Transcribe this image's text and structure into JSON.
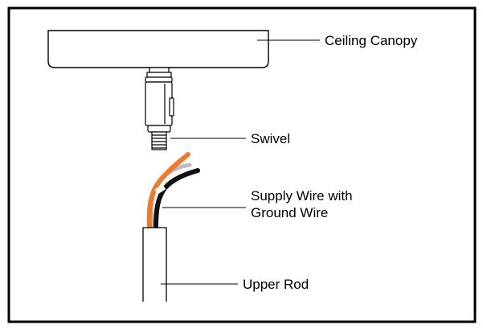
{
  "diagram": {
    "labels": {
      "ceiling_canopy": "Ceiling Canopy",
      "swivel": "Swivel",
      "supply_wire_line1": "Supply Wire with",
      "supply_wire_line2": "Ground Wire",
      "upper_rod": "Upper Rod"
    },
    "colors": {
      "outline": "#000000",
      "background": "#ffffff",
      "orange_wire": "#f07a2a",
      "black_wire": "#111111",
      "ground_wire": "#bdbdbd"
    }
  }
}
